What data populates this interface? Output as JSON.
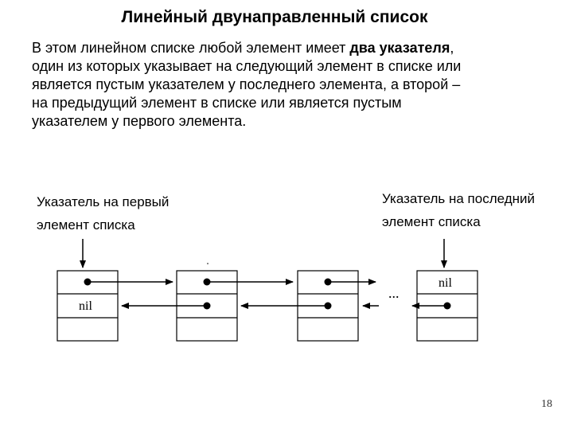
{
  "slide": {
    "title": "Линейный двунаправленный список",
    "desc_prefix": "В этом линейном списке любой элемент имеет ",
    "desc_bold": "два указателя",
    "desc_line1_end": ",",
    "desc_lines": [
      "один из которых указывает на следующий элемент в списке или",
      "является пустым указателем у последнего элемента, а второй –",
      "на предыдущий элемент в списке или является пустым",
      "указателем у первого элемента."
    ],
    "page_number": "18"
  },
  "diagram": {
    "first_pointer_label": [
      "Указатель на первый",
      "элемент списка"
    ],
    "last_pointer_label": [
      "Указатель на последний",
      "элемент списка"
    ],
    "nil_label": "nil",
    "ellipsis": "...",
    "nodes": [
      {
        "next": "pointer",
        "prev": "nil"
      },
      {
        "next": "pointer",
        "prev": "pointer"
      },
      {
        "next": "pointer",
        "prev": "pointer"
      },
      {
        "next": "nil",
        "prev": "pointer"
      }
    ],
    "line_color": "#000000"
  }
}
